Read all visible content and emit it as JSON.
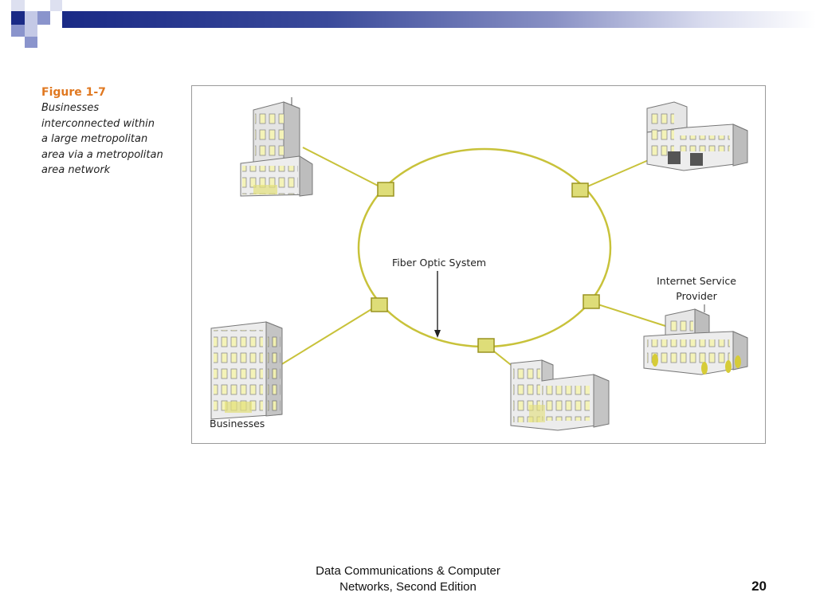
{
  "figure": {
    "label": "Figure 1-7",
    "caption_lines": [
      "Businesses",
      "interconnected within",
      "a large metropolitan",
      "area via a metropolitan",
      "area network"
    ]
  },
  "diagram": {
    "ring_label": "Fiber Optic System",
    "isp_label_line1": "Internet Service",
    "isp_label_line2": "Provider",
    "businesses_label": "Businesses"
  },
  "footer": {
    "line1": "Data Communications & Computer",
    "line2": "Networks, Second Edition",
    "page_number": "20"
  },
  "colors": {
    "ring": "#c8c23a",
    "node_fill": "#dedd78",
    "node_stroke": "#9a9420",
    "header_accent": "#1a2a86"
  }
}
